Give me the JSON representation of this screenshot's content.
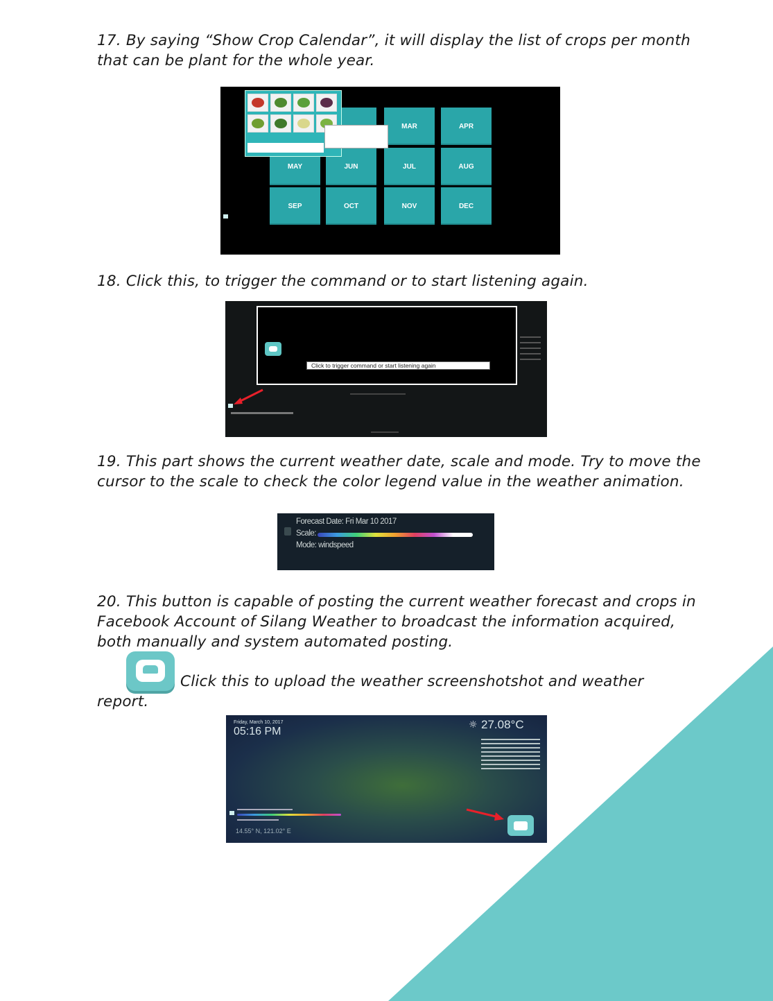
{
  "steps": {
    "s17": "17. By saying “Show Crop Calendar”, it will display the list of crops per month that can be plant for the whole year.",
    "s18": "18. Click this, to trigger the command or to start listening again.",
    "s19": "19. This part shows the current weather date, scale and mode. Try to move the cursor to the scale to check the color legend value in the weather animation.",
    "s20": "20. This button is capable of posting the current weather forecast and crops in Facebook Account of Silang Weather to broadcast the information acquired, both manually and system automated posting.",
    "s20b": "Click this to upload the weather screenshotshot and weather report."
  },
  "crop_calendar": {
    "months": [
      "MAR",
      "APR",
      "MAY",
      "JUN",
      "JUL",
      "AUG",
      "SEP",
      "OCT",
      "NOV",
      "DEC"
    ]
  },
  "listening_shot": {
    "tooltip": "Click to trigger command or start listening again"
  },
  "legend_shot": {
    "forecast_date": "Forecast Date: Fri Mar 10 2017",
    "scale_label": "Scale:",
    "mode": "Mode: windspeed"
  },
  "map_shot": {
    "date": "Friday, March 10, 2017",
    "time": "05:16 PM",
    "temperature": "27.08°C",
    "coords": "14.55° N, 121.02° E"
  },
  "colors": {
    "teal_accent": "#6cc9c9",
    "tile": "#2aa6a9",
    "arrow": "#e8202a"
  }
}
